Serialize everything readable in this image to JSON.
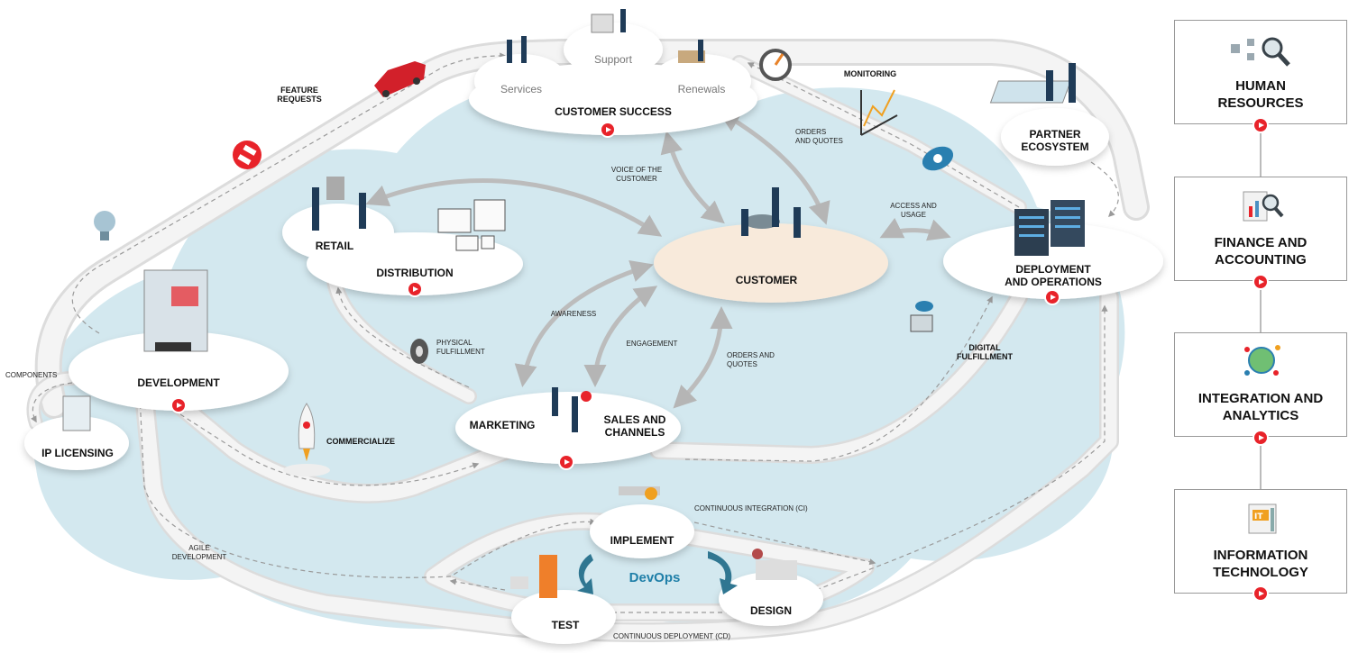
{
  "nodes": {
    "customer_success": "CUSTOMER SUCCESS",
    "services": "Services",
    "support": "Support",
    "renewals": "Renewals",
    "customer": "CUSTOMER",
    "retail": "RETAIL",
    "distribution": "DISTRIBUTION",
    "development": "DEVELOPMENT",
    "ip_licensing": "IP LICENSING",
    "marketing": "MARKETING",
    "sales_line1": "SALES AND",
    "sales_line2": "CHANNELS",
    "deploy_line1": "DEPLOYMENT",
    "deploy_line2": "AND OPERATIONS",
    "partner_line1": "PARTNER",
    "partner_line2": "ECOSYSTEM",
    "implement": "IMPLEMENT",
    "test": "TEST",
    "design": "DESIGN",
    "devops": "DevOps"
  },
  "flows": {
    "feature_requests_1": "FEATURE",
    "feature_requests_2": "REQUESTS",
    "monitoring": "MONITORING",
    "commercialize": "COMMERCIALIZE",
    "digital_fulfillment_1": "DIGITAL",
    "digital_fulfillment_2": "FULFILLMENT",
    "components": "COMPONENTS",
    "voice_1": "VOICE OF THE",
    "voice_2": "CUSTOMER",
    "orders_quotes_top_1": "ORDERS",
    "orders_quotes_top_2": "AND QUOTES",
    "access_1": "ACCESS AND",
    "access_2": "USAGE",
    "awareness": "AWARENESS",
    "engagement": "ENGAGEMENT",
    "orders_quotes_mid_1": "ORDERS AND",
    "orders_quotes_mid_2": "QUOTES",
    "physical_1": "PHYSICAL",
    "physical_2": "FULFILLMENT",
    "agile_1": "AGILE",
    "agile_2": "DEVELOPMENT",
    "ci": "CONTINUOUS INTEGRATION (CI)",
    "cd": "CONTINUOUS DEPLOYMENT (CD)"
  },
  "sidebar": {
    "hr_1": "HUMAN",
    "hr_2": "RESOURCES",
    "fin_1": "FINANCE AND",
    "fin_2": "ACCOUNTING",
    "int_1": "INTEGRATION AND",
    "int_2": "ANALYTICS",
    "it_1": "INFORMATION",
    "it_2": "TECHNOLOGY"
  },
  "colors": {
    "cloud": "#d3e8ef",
    "road": "#f3f3f3",
    "arrow": "#bcbcbc",
    "customer_fill": "#f8eadb",
    "play": "#e8232a",
    "devops": "#1f7fa8"
  }
}
